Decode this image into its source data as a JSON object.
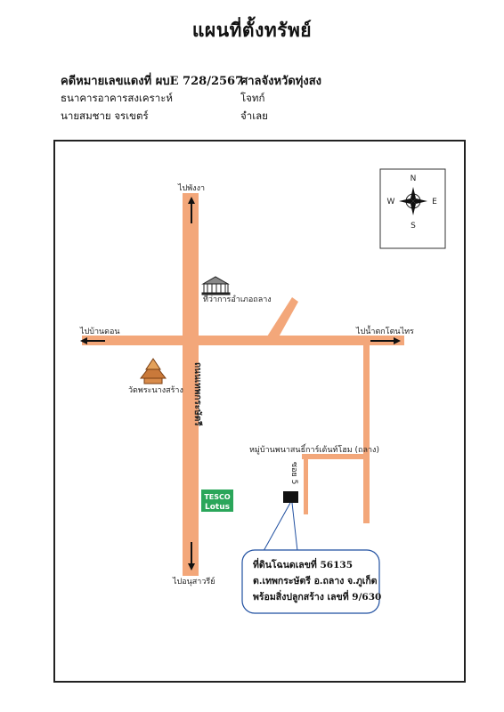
{
  "title": "แผนที่ตั้งทรัพย์",
  "case": {
    "number": "คดีหมายเลขแดงที่ ผบE 728/2567",
    "court": "ศาลจังหวัดทุ่งสง",
    "plaintiff": "ธนาคารอาคารสงเคราะห์",
    "plaintiff_role": "โจทก์",
    "defendant": "นายสมชาย จรเขตร์",
    "defendant_role": "จำเลย"
  },
  "map": {
    "road_color": "#f3a77a",
    "compass": {
      "n": "N",
      "s": "S",
      "e": "E",
      "w": "W"
    },
    "labels": {
      "to_phangnga": "ไปพังงา",
      "to_ban_don": "ไปบ้านดอน",
      "to_nam_tok": "ไปน้ำตกโตนไทร",
      "to_monument": "ไปอนุสาวรีย์",
      "district_office": "ที่ว่าการอำเภอถลาง",
      "temple": "วัดพระนางสร้าง",
      "main_road": "ถนนเทพกระษัตรี",
      "village": "หมู่บ้านพนาสนธิ์การ์เด้นท์โฮม (ถลาง)",
      "soi": "ซอย 5",
      "store_line1": "TESCO",
      "store_line2": "Lotus"
    },
    "callout": {
      "line1": "ที่ดินโฉนดเลขที่ 56135",
      "line2": "ต.เทพกระษัตรี อ.ถลาง จ.ภูเก็ต",
      "line3": "พร้อมสิ่งปลูกสร้าง เลขที่ 9/630"
    }
  }
}
